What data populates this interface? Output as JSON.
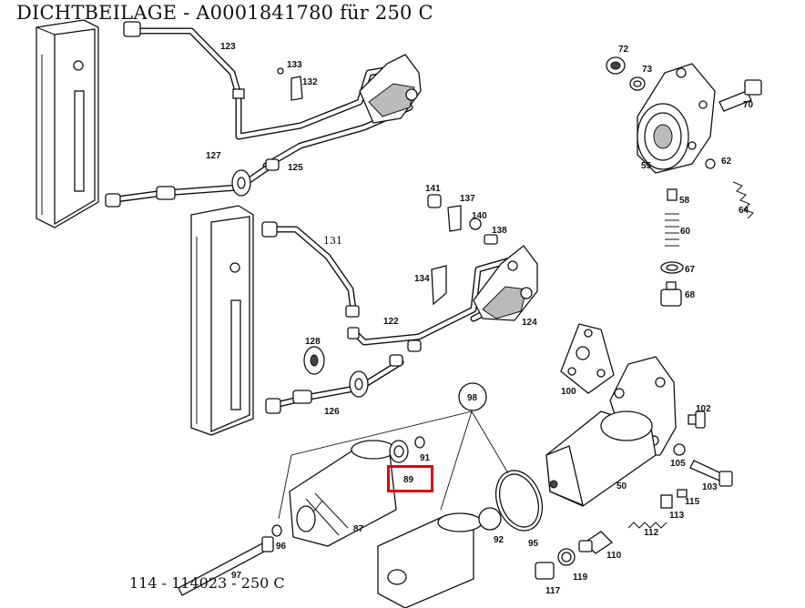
{
  "header": {
    "title": "DICHTBEILAGE  - A0001841780 für 250 C"
  },
  "footer": {
    "caption": "114 - 114023 - 250 C"
  },
  "highlight": {
    "part": "89",
    "color": "#e3000f"
  },
  "callouts": {
    "p123": "123",
    "p133": "133",
    "p132": "132",
    "p127": "127",
    "p125": "125",
    "p72": "72",
    "p73": "73",
    "p70": "70",
    "p55": "55",
    "p62": "62",
    "p64": "64",
    "p58": "58",
    "p60": "60",
    "p67": "67",
    "p68": "68",
    "p141": "141",
    "p137": "137",
    "p140": "140",
    "p138": "138",
    "p131": "131",
    "p134": "134",
    "p122": "122",
    "p124": "124",
    "p128": "128",
    "p126": "126",
    "p100": "100",
    "p98": "98",
    "p91": "91",
    "p89": "89",
    "p102": "102",
    "p105": "105",
    "p50": "50",
    "p103": "103",
    "p115": "115",
    "p113": "113",
    "p87": "87",
    "p96": "96",
    "p92": "92",
    "p95": "95",
    "p112": "112",
    "p110": "110",
    "p97": "97",
    "p119": "119",
    "p117": "117"
  }
}
